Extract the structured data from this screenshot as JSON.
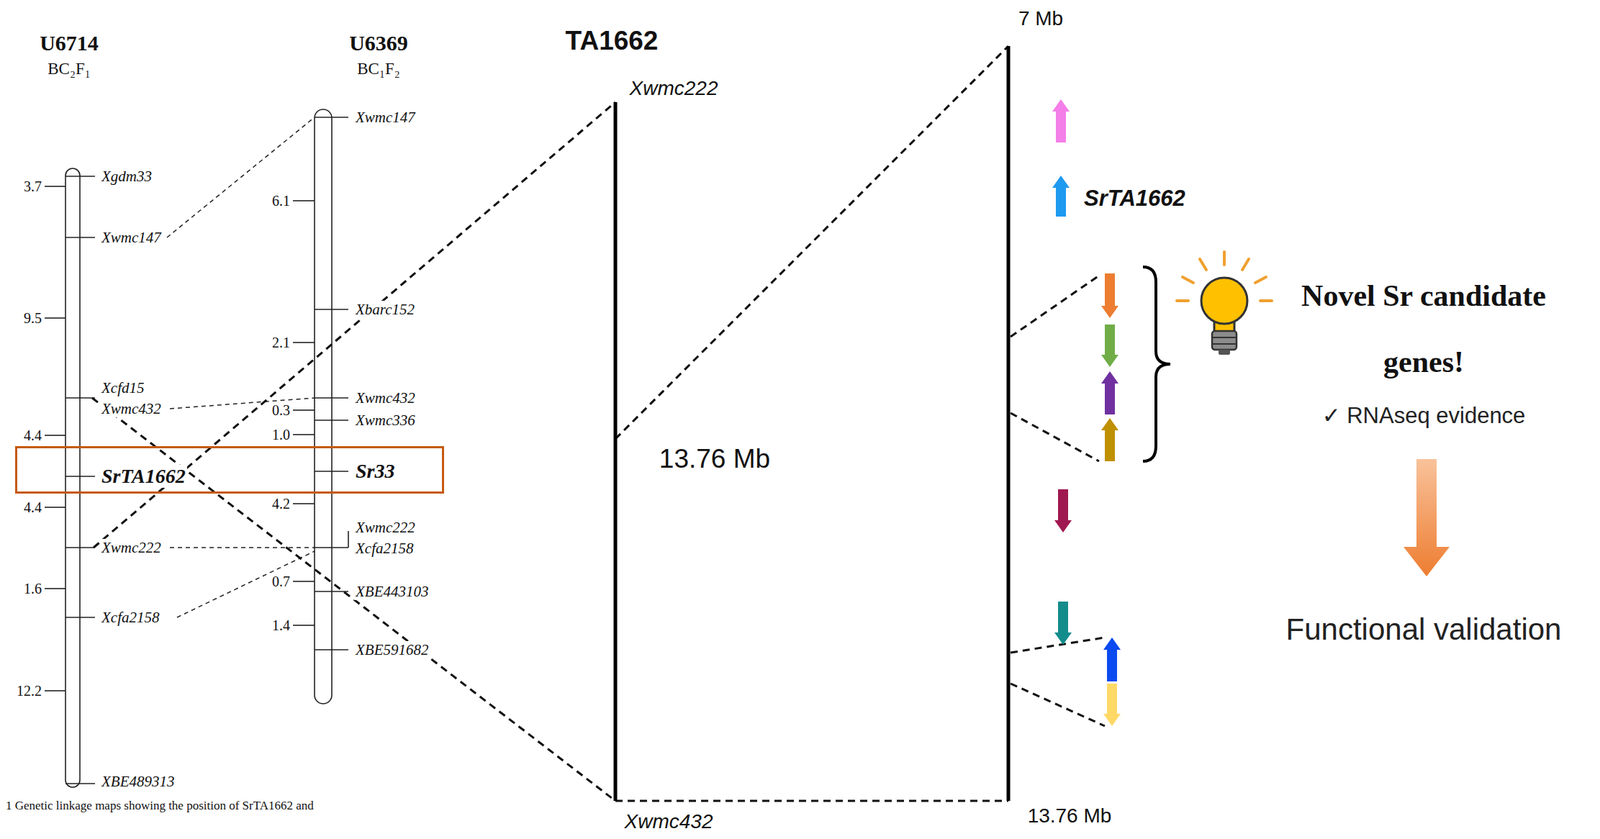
{
  "diagram": {
    "nodes": [
      {
        "text": [
          "SrTA1662",
          "Sr33"
        ]
      }
    ],
    "labels": [
      "U6714",
      "BC₂F₁",
      "U6369",
      "BC₁F₂",
      "3.7",
      "9.5",
      "4.4",
      "4.4",
      "1.6",
      "12.2",
      "Xgdm33",
      "Xwmc147",
      "Xcfd15",
      "Xwmc432",
      "Xwmc222",
      "Xcfa2158",
      "XBE489313",
      "6.1",
      "2.1",
      "0.3",
      "1.0",
      "4.2",
      "0.7",
      "1.4",
      "Xwmc147",
      "Xbarc152",
      "Xwmc432",
      "Xwmc336",
      "Xwmc222",
      "Xcfa2158",
      "XBE443103",
      "XBE591682",
      "1 Genetic linkage maps showing the position of SrTA1662 and",
      "TA1662",
      "Xwmc222",
      "13.76 Mb",
      "Xwmc432",
      "7 Mb",
      "13.76 Mb",
      "SrTA1662",
      "Novel Sr candidate genes!",
      "✓ RNAseq evidence",
      "Functional validation"
    ]
  }
}
